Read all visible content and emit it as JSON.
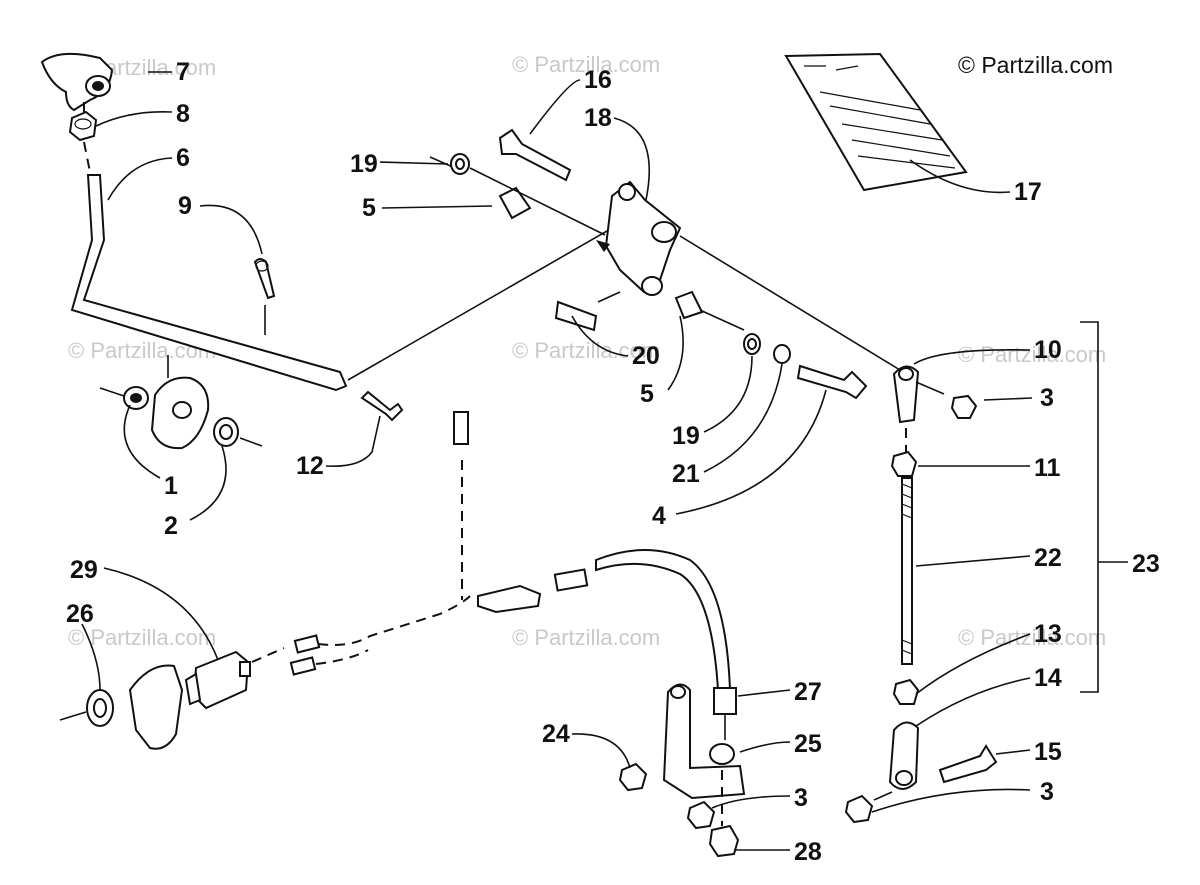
{
  "copyright": "© Partzilla.com",
  "watermark": "© Partzilla.com",
  "callouts": [
    {
      "id": "7",
      "text": "7"
    },
    {
      "id": "8",
      "text": "8"
    },
    {
      "id": "6",
      "text": "6"
    },
    {
      "id": "9",
      "text": "9"
    },
    {
      "id": "1",
      "text": "1"
    },
    {
      "id": "2",
      "text": "2"
    },
    {
      "id": "12",
      "text": "12"
    },
    {
      "id": "16",
      "text": "16"
    },
    {
      "id": "18",
      "text": "18"
    },
    {
      "id": "19a",
      "text": "19"
    },
    {
      "id": "5a",
      "text": "5"
    },
    {
      "id": "20",
      "text": "20"
    },
    {
      "id": "5b",
      "text": "5"
    },
    {
      "id": "19b",
      "text": "19"
    },
    {
      "id": "21",
      "text": "21"
    },
    {
      "id": "4",
      "text": "4"
    },
    {
      "id": "17",
      "text": "17"
    },
    {
      "id": "10",
      "text": "10"
    },
    {
      "id": "3a",
      "text": "3"
    },
    {
      "id": "11",
      "text": "11"
    },
    {
      "id": "22",
      "text": "22"
    },
    {
      "id": "23",
      "text": "23"
    },
    {
      "id": "13",
      "text": "13"
    },
    {
      "id": "14",
      "text": "14"
    },
    {
      "id": "15",
      "text": "15"
    },
    {
      "id": "3b",
      "text": "3"
    },
    {
      "id": "29",
      "text": "29"
    },
    {
      "id": "26",
      "text": "26"
    },
    {
      "id": "27",
      "text": "27"
    },
    {
      "id": "24",
      "text": "24"
    },
    {
      "id": "25",
      "text": "25"
    },
    {
      "id": "3c",
      "text": "3"
    },
    {
      "id": "28",
      "text": "28"
    }
  ]
}
